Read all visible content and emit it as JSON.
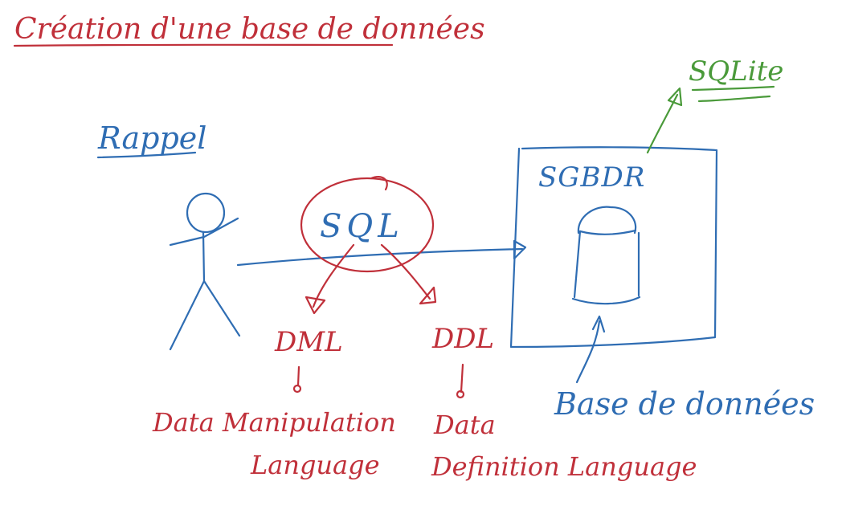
{
  "title": "Création d'une base de données",
  "rappel": "Rappel",
  "sql": "SQL",
  "sgbdr": "SGBDR",
  "sqlite": "SQLite",
  "dml": "DML",
  "ddl": "DDL",
  "dml_line1": "Data Manipulation",
  "dml_line2": "Language",
  "ddl_line1": "Data",
  "ddl_line2": "Definition Language",
  "base_de_donnees": "Base de données",
  "colors": {
    "red": "#c0303a",
    "blue": "#2f6db3",
    "green": "#4a9a3a"
  }
}
